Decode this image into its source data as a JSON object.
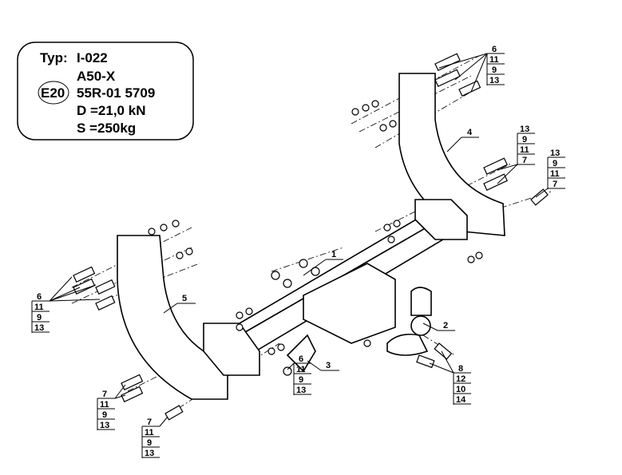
{
  "info_box": {
    "type_label": "Typ:",
    "type_value": "I-022",
    "class": "A50-X",
    "approval_mark": "E20",
    "approval_number": "55R-01 5709",
    "d_value": "D =21,0 kN",
    "s_value": "S =250kg"
  },
  "parts": {
    "p1": "1",
    "p2": "2",
    "p3": "3",
    "p4": "4",
    "p5": "5"
  },
  "label_stacks": {
    "top_right": [
      "6",
      "11",
      "9",
      "13"
    ],
    "right_mid_a": [
      "13",
      "9",
      "11",
      "7"
    ],
    "right_mid_b": [
      "13",
      "9",
      "11",
      "7"
    ],
    "left": [
      "6",
      "11",
      "9",
      "13"
    ],
    "bottom_left_a": [
      "7",
      "11",
      "9",
      "13"
    ],
    "bottom_left_b": [
      "7",
      "11",
      "9",
      "13"
    ],
    "center": [
      "6",
      "11",
      "9",
      "13"
    ],
    "ball": [
      "8",
      "12",
      "10",
      "14"
    ]
  }
}
